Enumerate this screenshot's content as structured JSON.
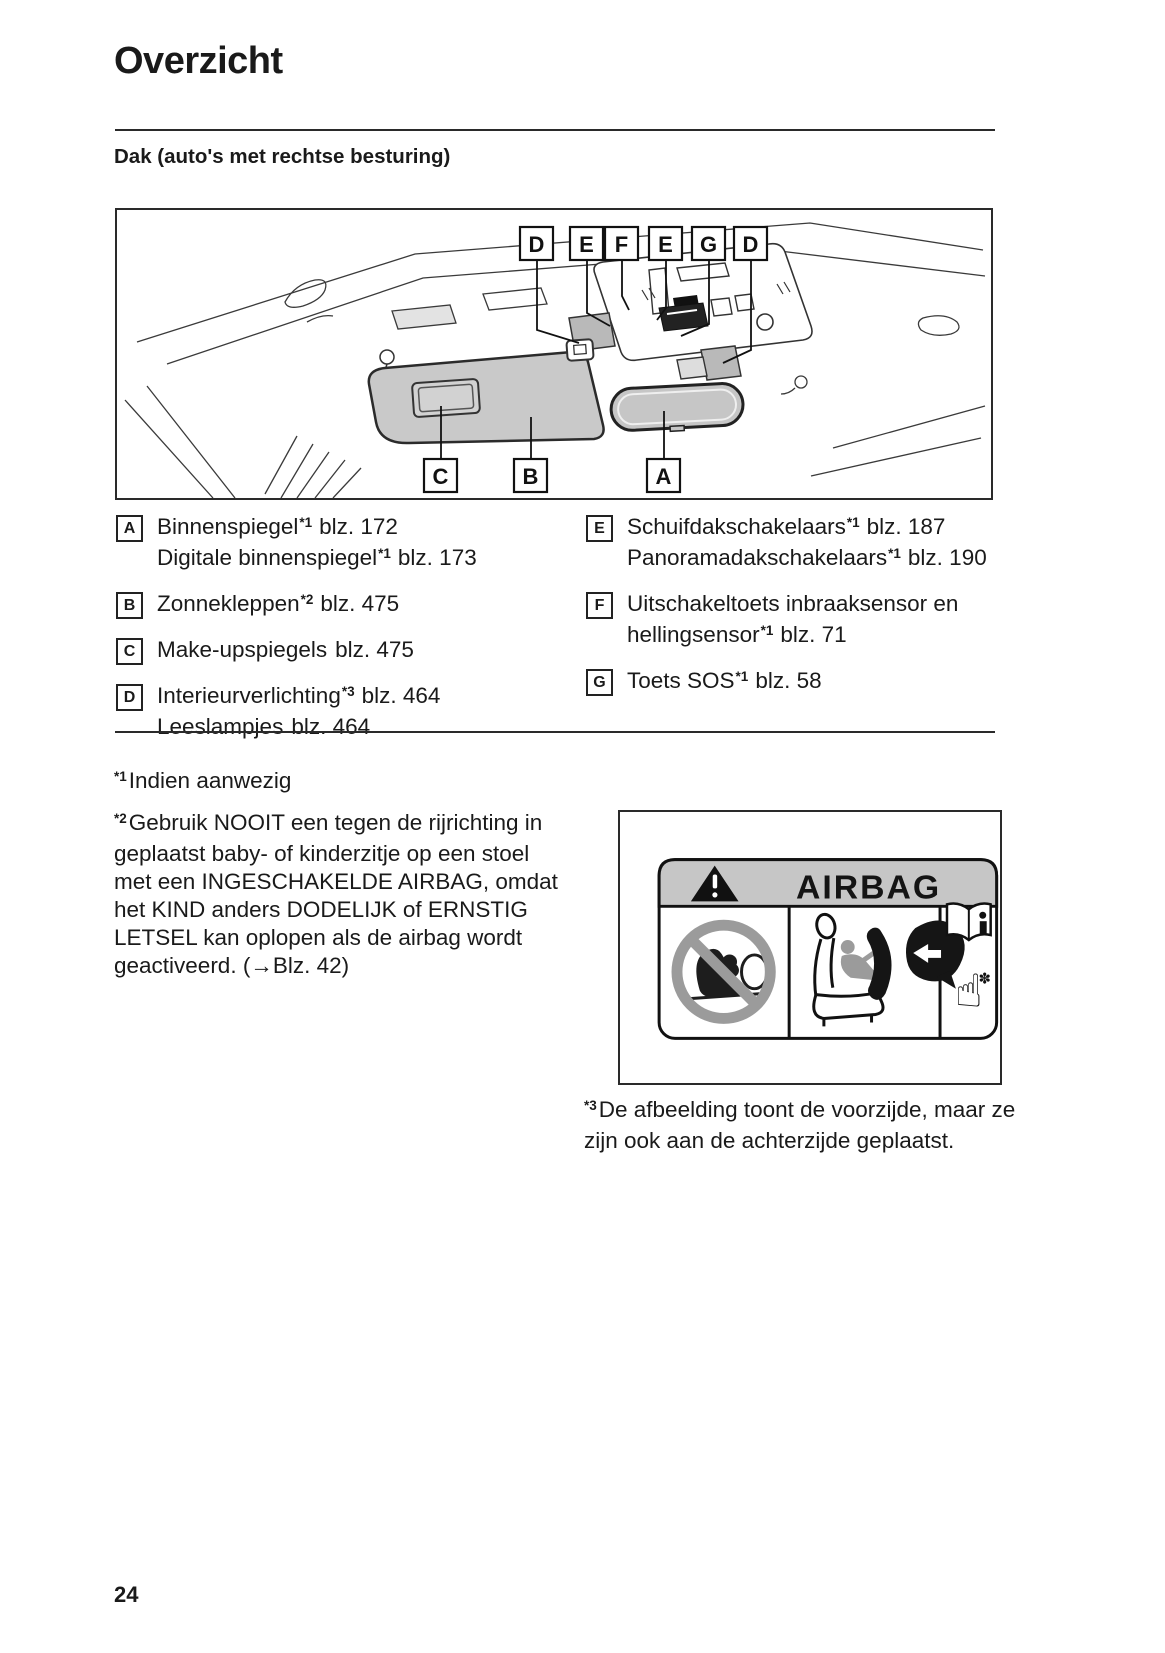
{
  "page": {
    "title": "Overzicht",
    "subtitle": "Dak (auto's met rechtse besturing)",
    "page_number": "24"
  },
  "diagram": {
    "top_labels": [
      "D",
      "E",
      "F",
      "E",
      "G",
      "D"
    ],
    "bottom_labels": [
      "C",
      "B",
      "A"
    ]
  },
  "legend": {
    "left": [
      {
        "letter": "A",
        "lines": [
          {
            "text": "Binnenspiegel",
            "sup": "*1",
            "page": "blz. 172"
          },
          {
            "text": "Digitale binnenspiegel",
            "sup": "*1",
            "page": "blz. 173"
          }
        ]
      },
      {
        "letter": "B",
        "lines": [
          {
            "text": "Zonnekleppen",
            "sup": "*2",
            "page": "blz. 475"
          }
        ]
      },
      {
        "letter": "C",
        "lines": [
          {
            "text": "Make-upspiegels",
            "sup": "",
            "page": "blz. 475"
          }
        ]
      },
      {
        "letter": "D",
        "lines": [
          {
            "text": "Interieurverlichting",
            "sup": "*3",
            "page": "blz. 464"
          },
          {
            "text": "Leeslampjes",
            "sup": "",
            "page": "blz. 464"
          }
        ]
      }
    ],
    "right": [
      {
        "letter": "E",
        "lines": [
          {
            "text": "Schuifdakschakelaars",
            "sup": "*1",
            "page": "blz. 187"
          },
          {
            "text": "Panoramadakschakelaars",
            "sup": "*1",
            "page": "blz. 190"
          }
        ]
      },
      {
        "letter": "F",
        "lines": [
          {
            "text": "Uitschakeltoets inbraaksensor en",
            "sup": "",
            "page": ""
          },
          {
            "text": "hellingsensor",
            "sup": "*1",
            "page": "blz. 71"
          }
        ]
      },
      {
        "letter": "G",
        "lines": [
          {
            "text": "Toets SOS",
            "sup": "*1",
            "page": "blz. 58"
          }
        ]
      }
    ]
  },
  "footnotes": [
    {
      "sup": "*1",
      "text": "Indien aanwezig"
    },
    {
      "sup": "*2",
      "text": "Gebruik NOOIT een tegen de rijrichting in geplaatst baby- of kinderzitje op een stoel met een INGESCHAKELDE AIRBAG, omdat het KIND anders DODELIJK of ERNSTIG LETSEL kan oplopen als de airbag wordt geactiveerd. (→Blz. 42)"
    },
    {
      "sup": "*3",
      "text": "De afbeelding toont de voorzijde, maar ze zijn ook aan de achterzijde geplaatst."
    }
  ],
  "airbag_label": {
    "title": "AIRBAG",
    "icons": [
      "warning-triangle-icon",
      "no-rear-facing-child-seat-icon",
      "airbag-deploy-seat-icon",
      "read-manual-icon"
    ]
  },
  "colors": {
    "visor_gray": "#c9c9c9",
    "mirror_gray": "#c6c6c6",
    "band_gray": "#c6c6c6",
    "prohibition_gray": "#9b9b9b",
    "line_black": "#1a1a1a"
  }
}
